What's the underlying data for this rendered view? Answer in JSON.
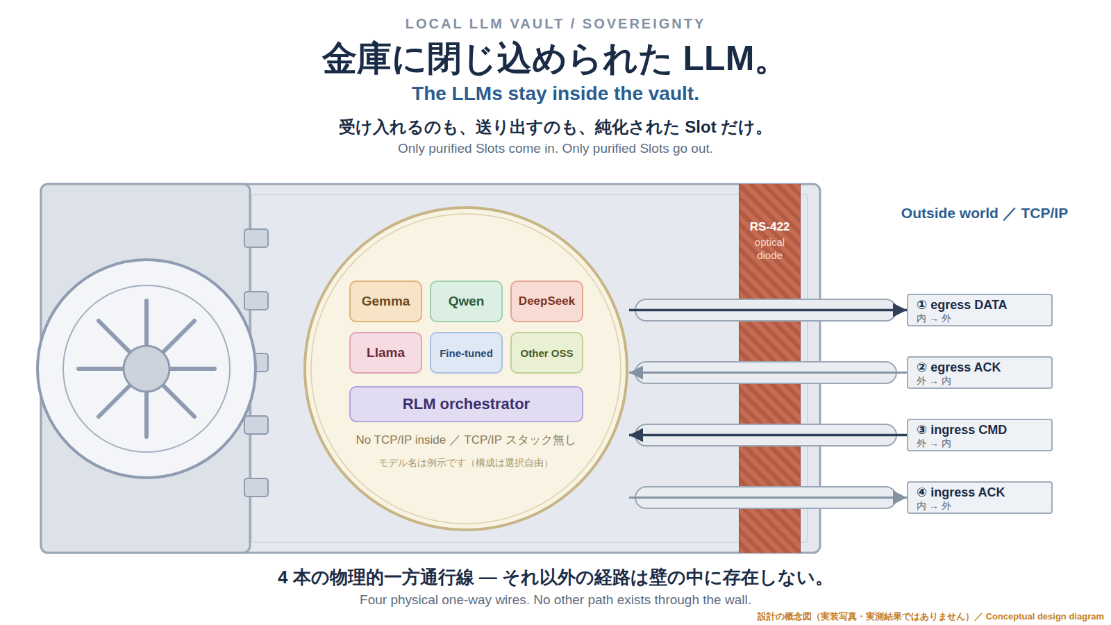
{
  "diagram": {
    "title": "金庫に閉じ込められた LLM。",
    "caption": "4 本の物理的一方通行線 — それ以外の経路は壁の中に存在しない。",
    "nodes": [
      {
        "text": [
          "No TCP/IP inside ／ TCP/IP スタック無し",
          "モデル名は例示です（構成は選択自由）"
        ]
      },
      {
        "text": [
          "Gemma"
        ],
        "in": 0
      },
      {
        "text": [
          "Qwen"
        ],
        "in": 0
      },
      {
        "text": [
          "DeepSeek"
        ],
        "in": 0
      },
      {
        "text": [
          "Llama"
        ],
        "in": 0
      },
      {
        "text": [
          "Fine-tuned"
        ],
        "in": 0
      },
      {
        "text": [
          "Other OSS"
        ],
        "in": 0
      },
      {
        "text": [
          "RLM orchestrator"
        ],
        "in": 0
      },
      {
        "text": [
          "RS-422",
          "optical diode"
        ]
      },
      {
        "text": [
          "① egress DATA",
          "内 → 外"
        ]
      },
      {
        "text": [
          "② egress ACK",
          "外 → 内"
        ]
      },
      {
        "text": [
          "③ ingress CMD",
          "外 → 内"
        ]
      },
      {
        "text": [
          "④ ingress ACK",
          "内 → 外"
        ]
      }
    ],
    "edges": [
      {
        "from": 0,
        "to": 9,
        "arrow": "to"
      },
      {
        "from": 10,
        "to": 0,
        "arrow": "to"
      },
      {
        "from": 11,
        "to": 0,
        "arrow": "to"
      },
      {
        "from": 0,
        "to": 12,
        "arrow": "to"
      }
    ],
    "labels": [
      "LOCAL LLM VAULT / SOVEREIGNTY",
      "The LLMs stay inside the vault.",
      "受け入れるのも、送り出すのも、純化された Slot だけ。",
      "Only purified Slots come in. Only purified Slots go out.",
      "Outside world ／ TCP/IP",
      "Four physical one-way wires. No other path exists through the wall.",
      "設計の概念図（実装写真・実測結果ではありません）／ Conceptual design diagram"
    ]
  }
}
